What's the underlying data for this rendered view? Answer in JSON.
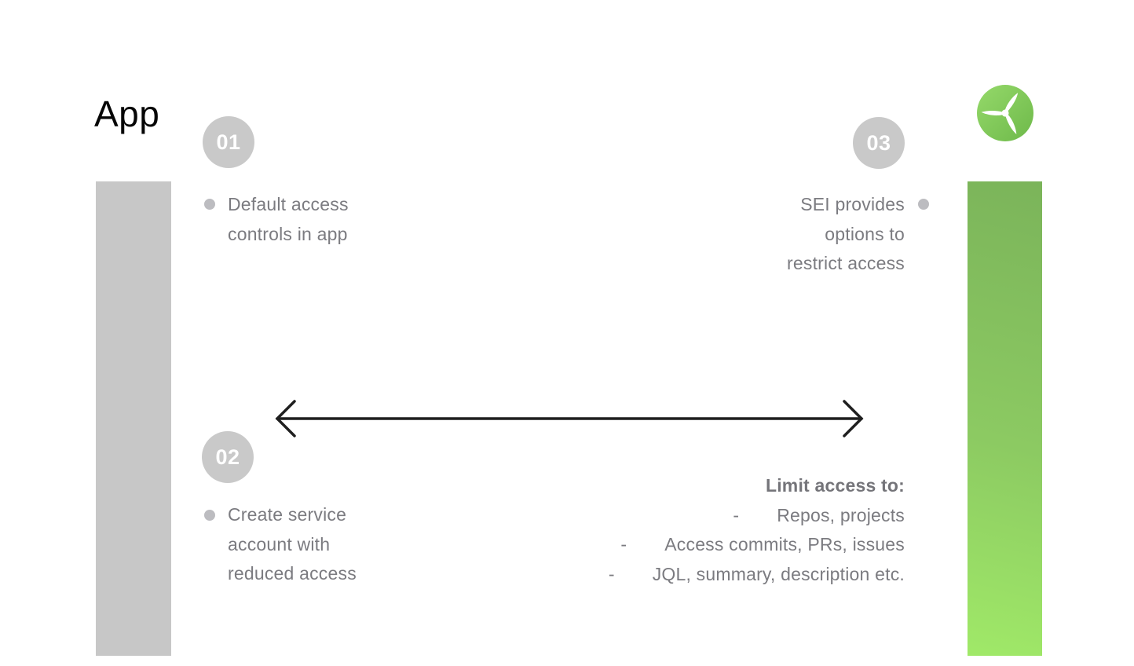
{
  "app_label": "App",
  "logo": {
    "icon": "propeller-icon",
    "gradient_start": "#95d96a",
    "gradient_end": "#6eb94a"
  },
  "bars": {
    "left_color": "#c7c7c7",
    "green_top": "#7bb45a",
    "green_bottom": "#a0e968"
  },
  "arrow": {
    "icon": "double-headed-arrow-icon",
    "color": "#1f1f1f"
  },
  "steps": [
    {
      "number": "01",
      "lines": [
        "Default access",
        "controls in app"
      ]
    },
    {
      "number": "02",
      "lines": [
        "Create service",
        "account with",
        "reduced access"
      ]
    },
    {
      "number": "03",
      "lines": [
        "SEI provides",
        "options to",
        "restrict access"
      ]
    }
  ],
  "limit": {
    "heading": "Limit access to:",
    "dash": "-",
    "items": [
      "Repos, projects",
      "Access commits, PRs, issues",
      "JQL, summary, description etc."
    ]
  },
  "colors": {
    "badge_bg": "#c9c9c9",
    "badge_text": "#ffffff",
    "body_text": "#7b7b80",
    "bullet": "#bcbcc0"
  }
}
